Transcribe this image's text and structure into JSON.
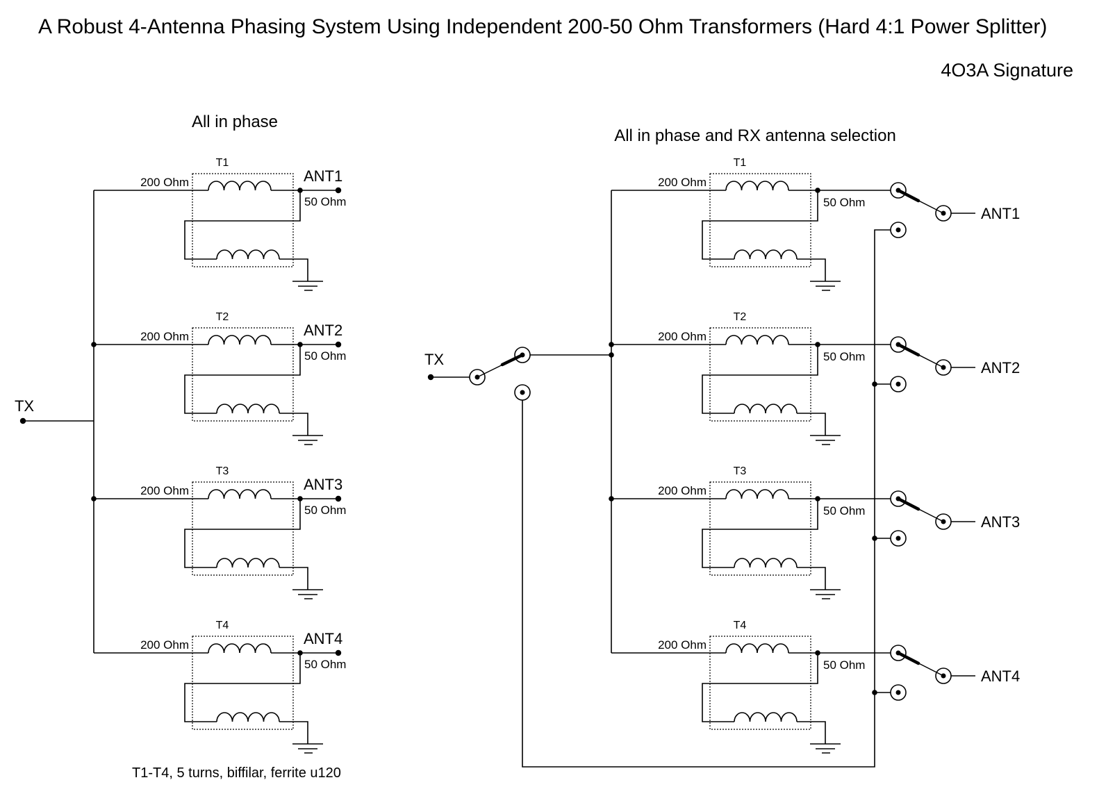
{
  "page": {
    "title": "A Robust 4-Antenna Phasing System Using Independent 200-50 Ohm Transformers (Hard 4:1 Power Splitter)",
    "signature": "4O3A Signature"
  },
  "colors": {
    "wire": "#000000",
    "label_purple": "#993399",
    "signature_green": "#008C00"
  },
  "left_circuit": {
    "heading": "All in phase",
    "tx_label": "TX",
    "caption": "T1-T4, 5 turns, biffilar, ferrite u120",
    "transformers": [
      {
        "name": "T1",
        "primary_impedance": "200 Ohm",
        "secondary_impedance": "50 Ohm",
        "antenna": "ANT1"
      },
      {
        "name": "T2",
        "primary_impedance": "200 Ohm",
        "secondary_impedance": "50 Ohm",
        "antenna": "ANT2"
      },
      {
        "name": "T3",
        "primary_impedance": "200 Ohm",
        "secondary_impedance": "50 Ohm",
        "antenna": "ANT3"
      },
      {
        "name": "T4",
        "primary_impedance": "200 Ohm",
        "secondary_impedance": "50 Ohm",
        "antenna": "ANT4"
      }
    ]
  },
  "right_circuit": {
    "heading": "All in phase and RX antenna selection",
    "tx_label": "TX",
    "transformers": [
      {
        "name": "T1",
        "primary_impedance": "200 Ohm",
        "secondary_impedance": "50 Ohm",
        "antenna": "ANT1"
      },
      {
        "name": "T2",
        "primary_impedance": "200 Ohm",
        "secondary_impedance": "50 Ohm",
        "antenna": "ANT2"
      },
      {
        "name": "T3",
        "primary_impedance": "200 Ohm",
        "secondary_impedance": "50 Ohm",
        "antenna": "ANT3"
      },
      {
        "name": "T4",
        "primary_impedance": "200 Ohm",
        "secondary_impedance": "50 Ohm",
        "antenna": "ANT4"
      }
    ]
  }
}
